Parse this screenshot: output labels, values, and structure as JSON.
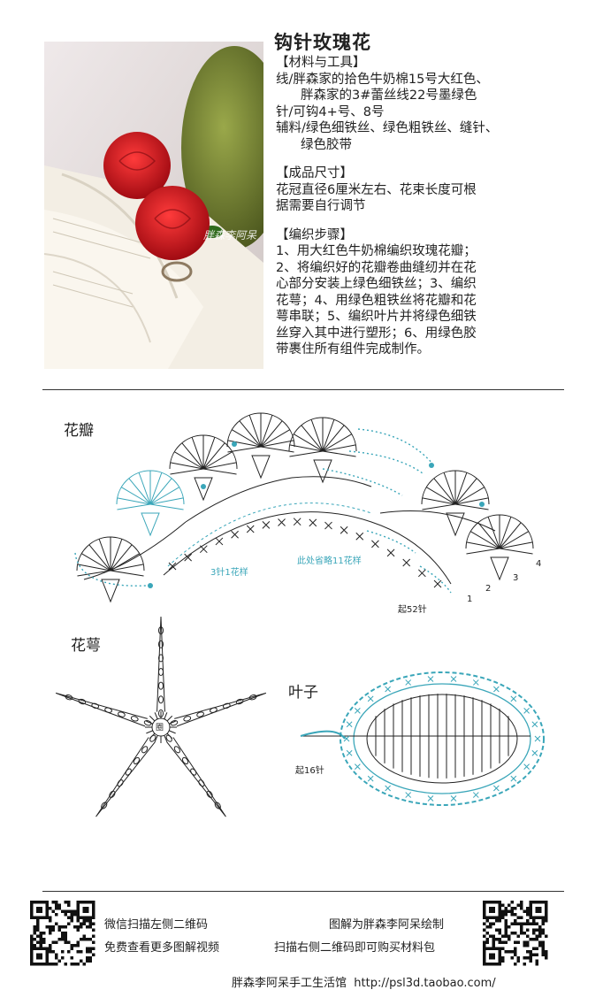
{
  "header": {
    "title": "钩针玫瑰花"
  },
  "photo": {
    "watermark": "胖森李阿呆"
  },
  "info": {
    "materials_heading": "【材料与工具】",
    "materials_line1": "线/胖森家的拾色牛奶棉15号大红色、",
    "materials_line2": "胖森家的3#蕾丝线22号墨绿色",
    "materials_line3": "针/可钩4+号、8号",
    "materials_line4": "辅料/绿色细铁丝、绿色粗铁丝、缝针、",
    "materials_line5": "绿色胶带",
    "size_heading": "【成品尺寸】",
    "size_line1": "花冠直径6厘米左右、花束长度可根",
    "size_line2": "据需要自行调节",
    "steps_heading": "【编织步骤】",
    "steps_line1": "1、用大红色牛奶棉编织玫瑰花瓣；",
    "steps_line2": "2、将编织好的花瓣卷曲缝纫并在花",
    "steps_line3": "心部分安装上绿色细铁丝；3、编织",
    "steps_line4": "花萼；4、用绿色粗铁丝将花瓣和花",
    "steps_line5": "萼串联；5、编织叶片并将绿色细铁",
    "steps_line6": "丝穿入其中进行塑形；6、用绿色胶",
    "steps_line7": "带裹住所有组件完成制作。"
  },
  "diagram": {
    "petal_label": "花瓣",
    "sepal_label": "花萼",
    "leaf_label": "叶子",
    "repeat_note": "3针1花样",
    "omit_note": "此处省略11花样",
    "start_petal": "起52针",
    "start_leaf": "起16针",
    "round_numbers": [
      "1",
      "2",
      "3",
      "4"
    ],
    "center_mark": "圈"
  },
  "footer": {
    "left_line1": "微信扫描左侧二维码",
    "left_line2": "免费查看更多图解视频",
    "right_line1": "图解为胖森李阿呆绘制",
    "right_line2": "扫描右侧二维码即可购买材料包",
    "shop": "胖森李阿呆手工生活馆",
    "url": "http://psl3d.taobao.com/"
  },
  "colors": {
    "red": "#c8141e",
    "teal": "#3aa6b9",
    "ink": "#222222"
  }
}
